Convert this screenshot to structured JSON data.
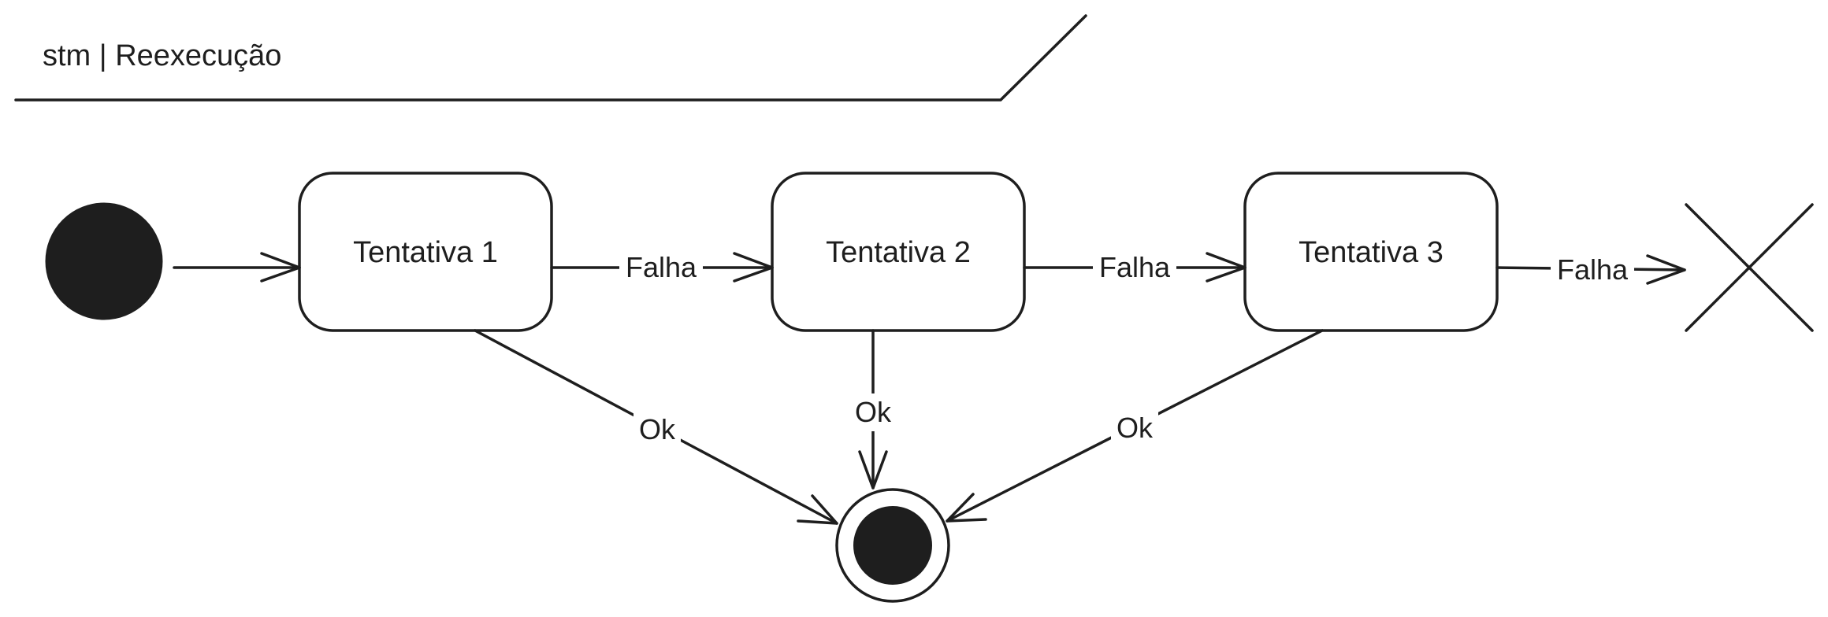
{
  "frame": {
    "title": "stm | Reexecução"
  },
  "states": [
    {
      "id": "s1",
      "label": "Tentativa 1"
    },
    {
      "id": "s2",
      "label": "Tentativa 2"
    },
    {
      "id": "s3",
      "label": "Tentativa 3"
    }
  ],
  "transitions": [
    {
      "from": "initial",
      "to": "s1",
      "label": ""
    },
    {
      "from": "s1",
      "to": "s2",
      "label": "Falha"
    },
    {
      "from": "s2",
      "to": "s3",
      "label": "Falha"
    },
    {
      "from": "s3",
      "to": "terminate",
      "label": "Falha"
    },
    {
      "from": "s1",
      "to": "final",
      "label": "Ok"
    },
    {
      "from": "s2",
      "to": "final",
      "label": "Ok"
    },
    {
      "from": "s3",
      "to": "final",
      "label": "Ok"
    }
  ],
  "colors": {
    "stroke": "#1e1e1e",
    "fill": "#1e1e1e",
    "background": "#ffffff"
  }
}
